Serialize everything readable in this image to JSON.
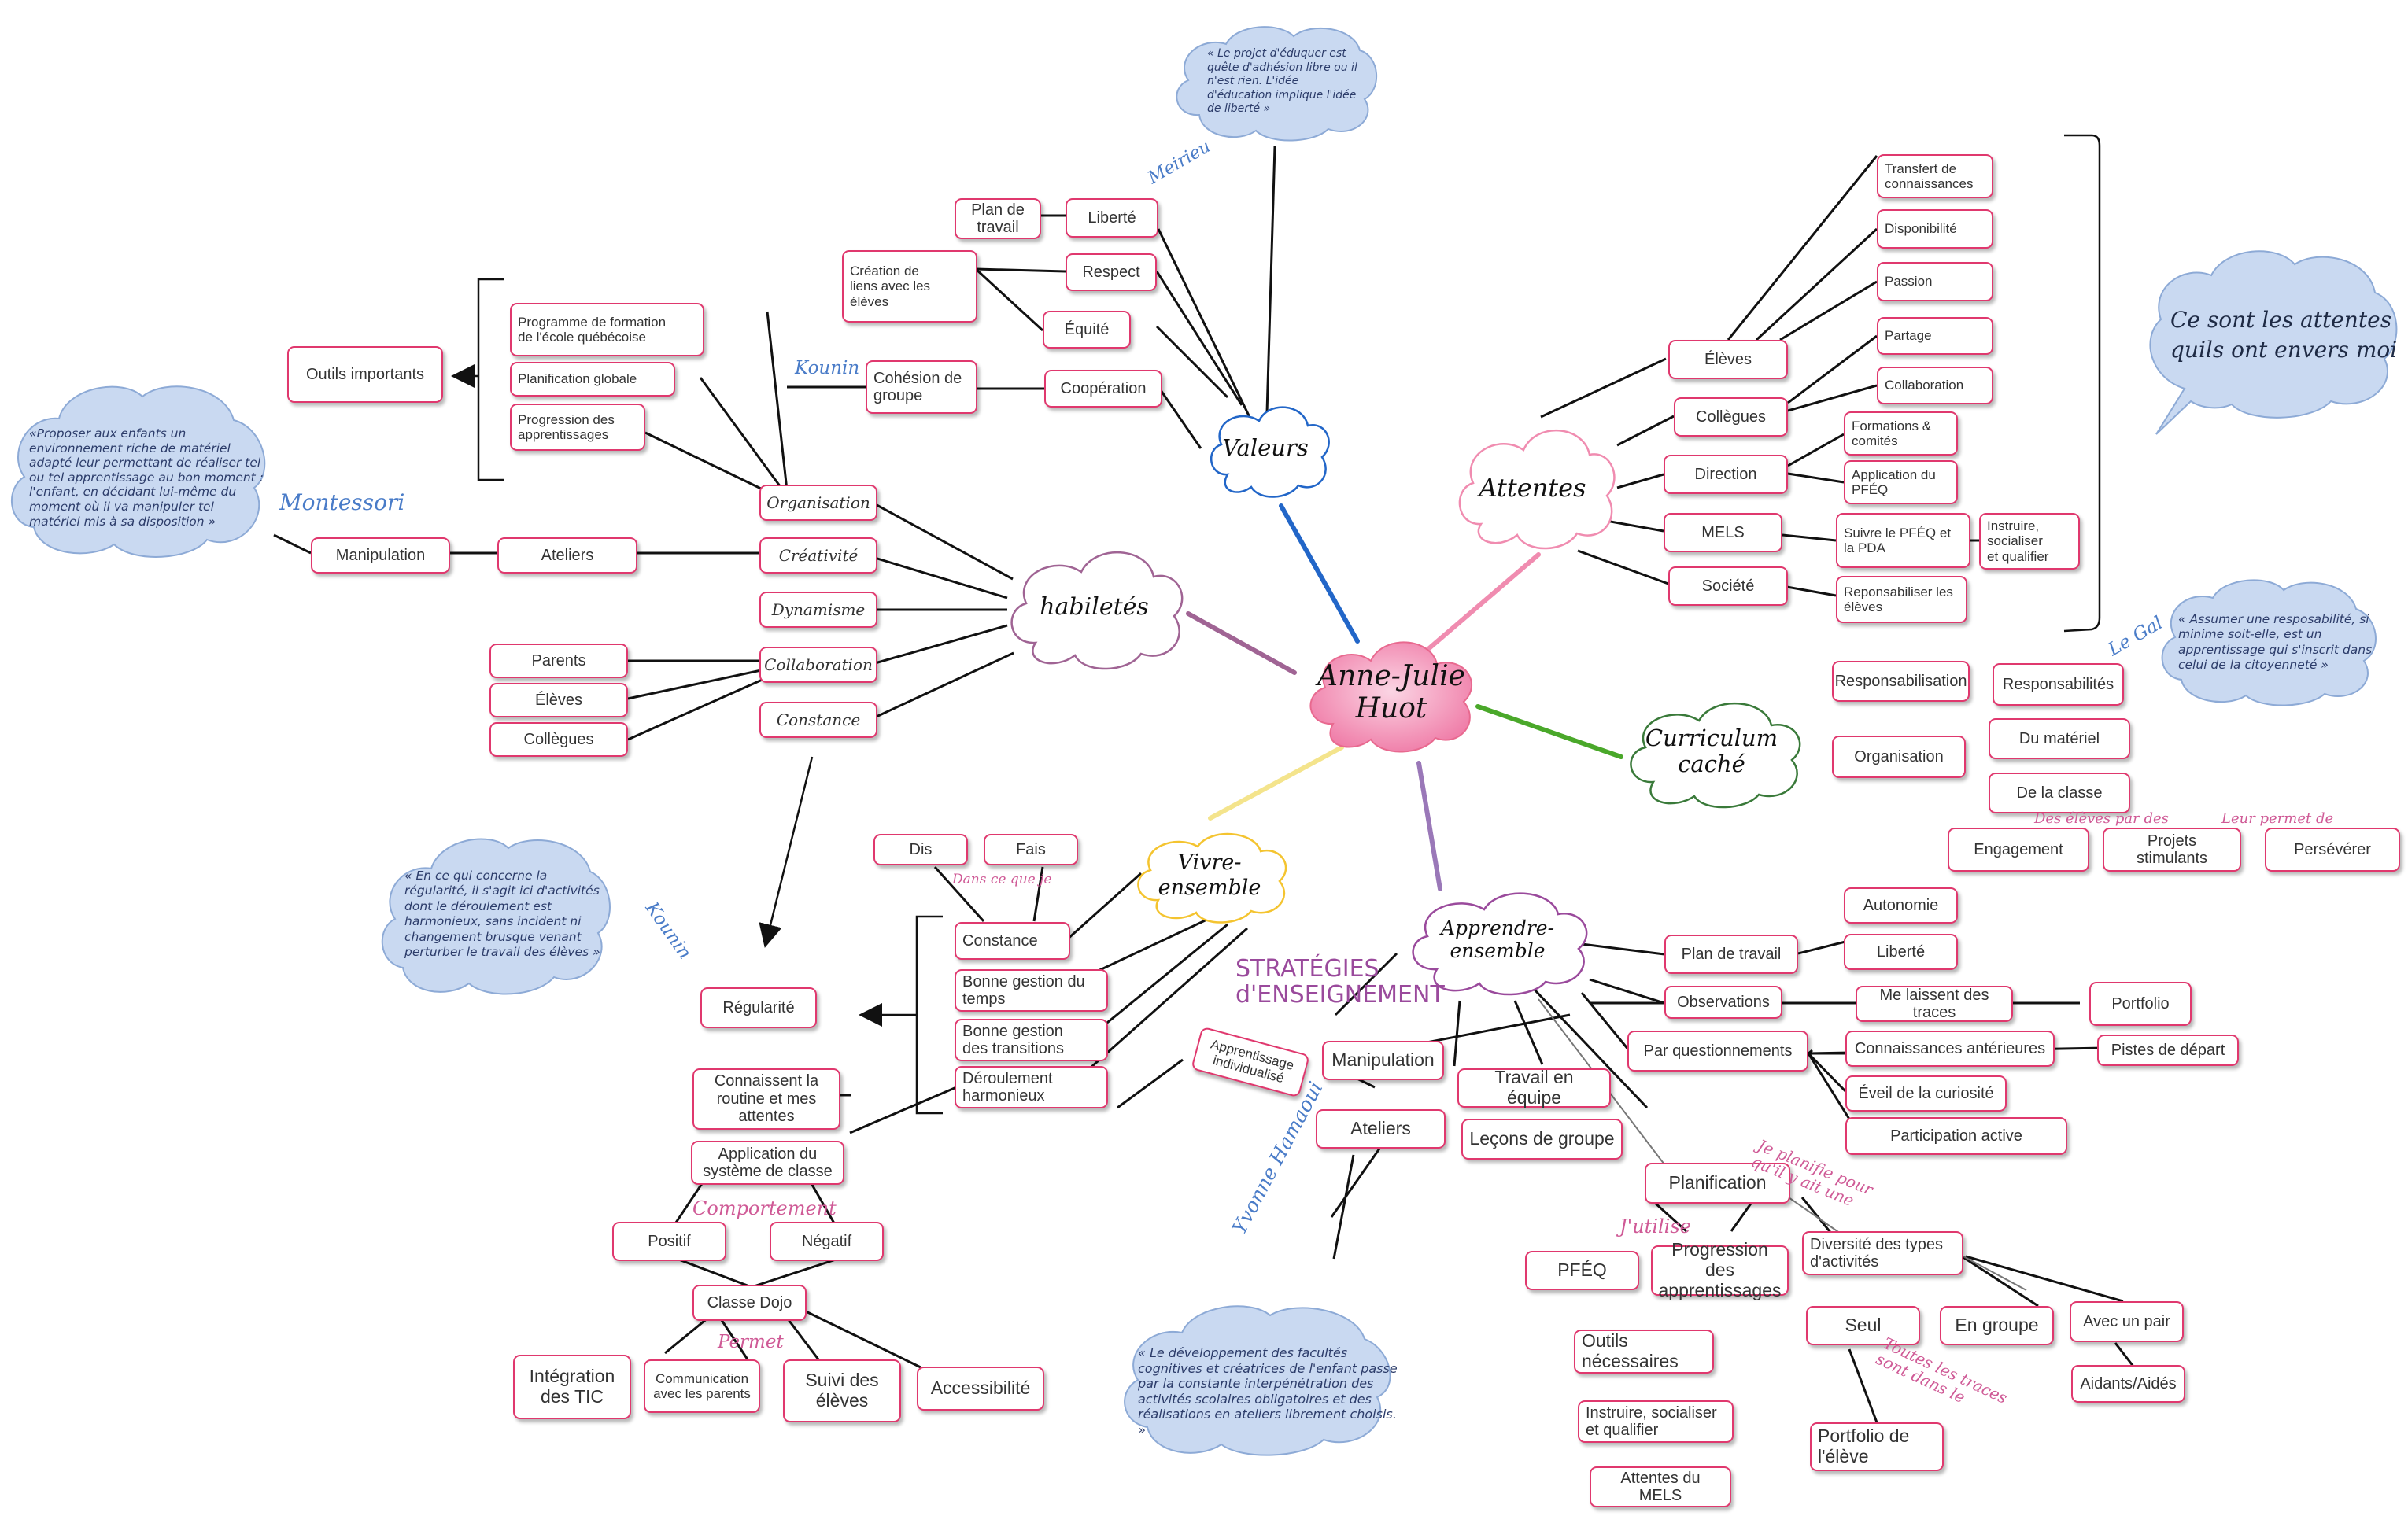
{
  "center": {
    "label": "Anne-Julie\nHuot"
  },
  "branches": {
    "valeurs": {
      "label": "Valeurs"
    },
    "attentes": {
      "label": "Attentes"
    },
    "habiletes": {
      "label": "habiletés"
    },
    "curriculum": {
      "label": "Curriculum\ncaché"
    },
    "vivre": {
      "label": "Vivre-ensemble"
    },
    "apprendre": {
      "label": "Apprendre-ensemble"
    }
  },
  "valeurs": {
    "liberte": "Liberté",
    "plan_travail": "Plan de\ntravail",
    "respect": "Respect",
    "liens": "Création de\nliens avec les\nélèves",
    "equite": "Équité",
    "cooperation": "Coopération",
    "cohesion": "Cohésion de\ngroupe"
  },
  "attentes": {
    "eleves": "Élèves",
    "collegues": "Collègues",
    "direction": "Direction",
    "mels": "MELS",
    "societe": "Société",
    "transfert": "Transfert de\nconnaissances",
    "disponibilite": "Disponibilité",
    "passion": "Passion",
    "partage": "Partage",
    "collaboration": "Collaboration",
    "formations": "Formations &\ncomités",
    "application_pfeq": "Application du\nPFÉQ",
    "suivre": "Suivre le PFÉQ et\nla PDA",
    "instruire": "Instruire,\nsocialiser\net qualifier",
    "responsabiliser": "Reponsabiliser les\nélèves"
  },
  "habiletes": {
    "organisation": "Organisation",
    "creativite": "Créativité",
    "dynamisme": "Dynamisme",
    "collaboration": "Collaboration",
    "constance": "Constance",
    "programme": "Programme de formation\nde l'école québécoise",
    "planification": "Planification globale",
    "progression": "Progression des\napprentissages",
    "outils": "Outils importants",
    "ateliers": "Ateliers",
    "manipulation": "Manipulation",
    "parents": "Parents",
    "eleves": "Élèves",
    "collegues": "Collègues"
  },
  "curriculum": {
    "responsabilisation": "Responsabilisation",
    "responsabilites": "Responsabilités",
    "organisation": "Organisation",
    "materiel": "Du matériel",
    "classe": "De la classe",
    "engagement": "Engagement",
    "projets": "Projets stimulants",
    "perseverer": "Persévérer"
  },
  "vivre": {
    "dis": "Dis",
    "fais": "Fais",
    "constance": "Constance",
    "gestion_temps": "Bonne gestion du\ntemps",
    "gestion_transitions": "Bonne gestion\ndes transitions",
    "deroulement": "Déroulement\nharmonieux",
    "regularite": "Régularité",
    "routine": "Connaissent la\nroutine et mes\nattentes",
    "application": "Application du\nsystème de classe",
    "positif": "Positif",
    "negatif": "Négatif",
    "dojo": "Classe Dojo",
    "tic": "Intégration\ndes TIC",
    "communication": "Communication\navec les parents",
    "suivi": "Suivi des\nélèves",
    "accessibilite": "Accessibilité"
  },
  "apprendre": {
    "plan_travail": "Plan de travail",
    "autonomie": "Autonomie",
    "liberte": "Liberté",
    "observations": "Observations",
    "traces": "Me laissent des traces",
    "portfolio": "Portfolio",
    "questionnements": "Par questionnements",
    "connaissances": "Connaissances antérieures",
    "pistes": "Pistes de départ",
    "eveil": "Éveil de la curiosité",
    "participation": "Participation active",
    "manipulation": "Manipulation",
    "ateliers": "Ateliers",
    "individualise": "Apprentissage\nindividualisé",
    "equipe": "Travail en équipe",
    "lecons": "Leçons de groupe",
    "planification": "Planification",
    "pfeq": "PFÉQ",
    "progression": "Progression des\napprentissages",
    "outils": "Outils\nnécessaires",
    "diversite": "Diversité des types\nd'activités",
    "seul": "Seul",
    "en_groupe": "En groupe",
    "avec_pair": "Avec un pair",
    "aidants": "Aidants/Aidés",
    "portfolio_eleve": "Portfolio de\nl'élève",
    "instruire": "Instruire, socialiser\net qualifier",
    "attentes_mels": "Attentes du MELS"
  },
  "labels": {
    "meirieu": "Meirieu",
    "kounin_top": "Kounin",
    "montessori": "Montessori",
    "kounin_mid": "Kounin",
    "le_gal": "Le Gal",
    "hamaoui": "Yvonne Hamaoui",
    "strategies": "STRATÉGIES\nd'ENSEIGNEMENT",
    "des_eleves": "Des élèves par des",
    "leur_permet": "Leur permet de",
    "dans_ce_que": "Dans ce que je",
    "comportement": "Comportement",
    "permet": "Permet",
    "jutilise": "J'utilise",
    "je_planifie": "Je planifie pour\nqu'il y ait une",
    "toutes_traces": "Toutes les traces\nsont dans le"
  },
  "quotes": {
    "meirieu": "« Le projet d'éduquer est\nquête d'adhésion libre ou il\nn'est rien. L'idée\nd'éducation implique l'idée\nde liberté »",
    "montessori": "«Proposer aux enfants un\nenvironnement riche de matériel\nadapté leur permettant de réaliser tel\nou tel apprentissage au bon moment :\nl'enfant, en décidant lui-même du\nmoment où il va manipuler tel\nmatériel mis à sa disposition »",
    "attentes": "Ce sont les attentes\nquils ont envers moi",
    "le_gal": "« Assumer une resposabilité, si\nminime soit-elle, est un\napprentissage qui s'inscrit dans\ncelui de la citoyenneté »",
    "kounin": "« En ce qui concerne la\nrégularité, il s'agit ici d'activités\ndont le déroulement est\nharmonieux, sans incident ni\nchangement brusque venant\nperturber le travail des élèves »",
    "hamaoui": "« Le développement des facultés\ncognitives et créatrices de l'enfant passe\npar la constante interpénétration des\nactivités scolaires obligatoires et des\nréalisations en ateliers librement choisis. »"
  },
  "colors": {
    "node_border": "#e0386e",
    "valeurs": "#2266c8",
    "attentes": "#f08cb0",
    "habiletes": "#a06494",
    "curriculum": "#4aa82a",
    "vivre": "#f4e48c",
    "apprendre": "#9a78b8",
    "note_fill": "#c9d9f1",
    "note_stroke": "#8daad6"
  }
}
